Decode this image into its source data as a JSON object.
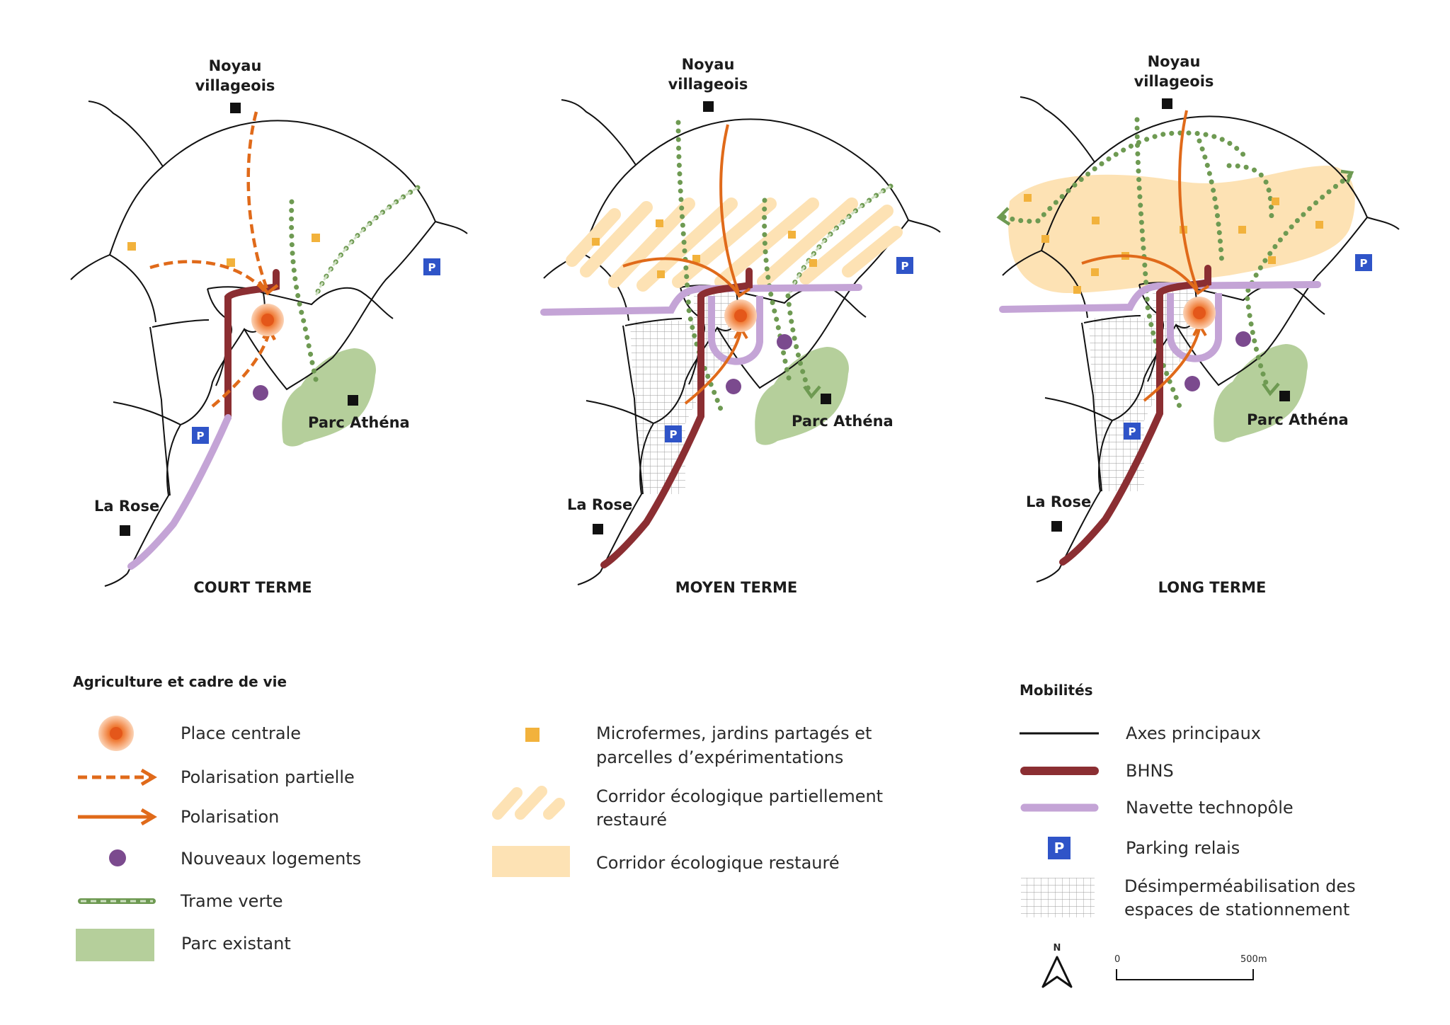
{
  "places": {
    "noyau_line1": "Noyau",
    "noyau_line2": "villageois",
    "la_rose": "La Rose",
    "parc_athena": "Parc Athéna"
  },
  "stages": [
    "COURT TERME",
    "MOYEN TERME",
    "LONG TERME"
  ],
  "parking_symbol": "P",
  "legend": {
    "section_agri": "Agriculture et cadre de vie",
    "section_mob": "Mobilités",
    "place_centrale": "Place centrale",
    "polarisation_partielle": "Polarisation partielle",
    "polarisation": "Polarisation",
    "nouveaux_logements": "Nouveaux logements",
    "trame_verte": "Trame verte",
    "parc_existant": "Parc existant",
    "microfermes_l1": "Microfermes, jardins partagés et",
    "microfermes_l2": "parcelles d’expérimentations",
    "corridor_partiel_l1": "Corridor écologique partiellement",
    "corridor_partiel_l2": "restauré",
    "corridor_restaure": "Corridor écologique restauré",
    "axes_principaux": "Axes principaux",
    "bhns": "BHNS",
    "navette": "Navette technopôle",
    "parking": "Parking relais",
    "desimper_l1": "Désimperméabilisation des",
    "desimper_l2": "espaces de stationnement"
  },
  "north_label": "N",
  "scale": {
    "start": "0",
    "end": "500m"
  },
  "colors": {
    "orange": "#e06a1a",
    "bhns": "#8b2e32",
    "navette": "#c4a4d6",
    "green_dots": "#6e9a52",
    "park": "#b5cf9b",
    "microferme": "#f2b23c",
    "corridor": "#fde2b4",
    "logement": "#7b4a8e",
    "parking": "#2f54c8"
  }
}
